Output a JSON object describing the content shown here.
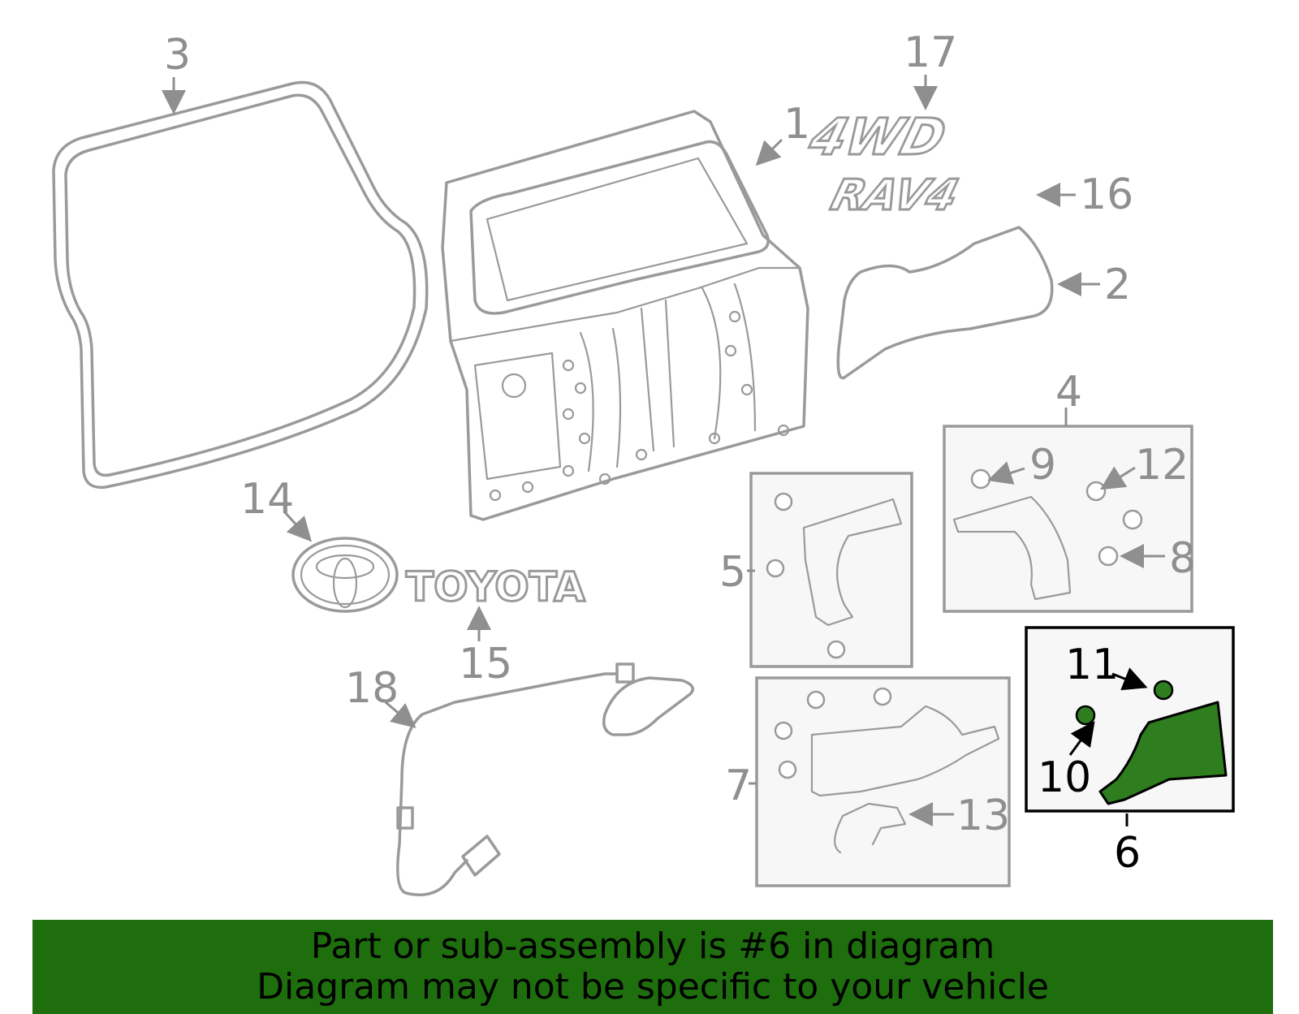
{
  "callouts": {
    "c1": "1",
    "c2": "2",
    "c3": "3",
    "c4": "4",
    "c5": "5",
    "c6": "6",
    "c7": "7",
    "c8": "8",
    "c9": "9",
    "c10": "10",
    "c11": "11",
    "c12": "12",
    "c13": "13",
    "c14": "14",
    "c15": "15",
    "c16": "16",
    "c17": "17",
    "c18": "18"
  },
  "emblems": {
    "badge_4wd": "4WD",
    "badge_rav4": "RAV4",
    "badge_toyota": "TOYOTA"
  },
  "highlight": {
    "part_number": "6",
    "color": "#2e7d1e"
  },
  "banner": {
    "line1": "Part or sub-assembly is #6 in diagram",
    "line2": "Diagram may not be specific to your vehicle",
    "background": "#1e6e0e"
  }
}
